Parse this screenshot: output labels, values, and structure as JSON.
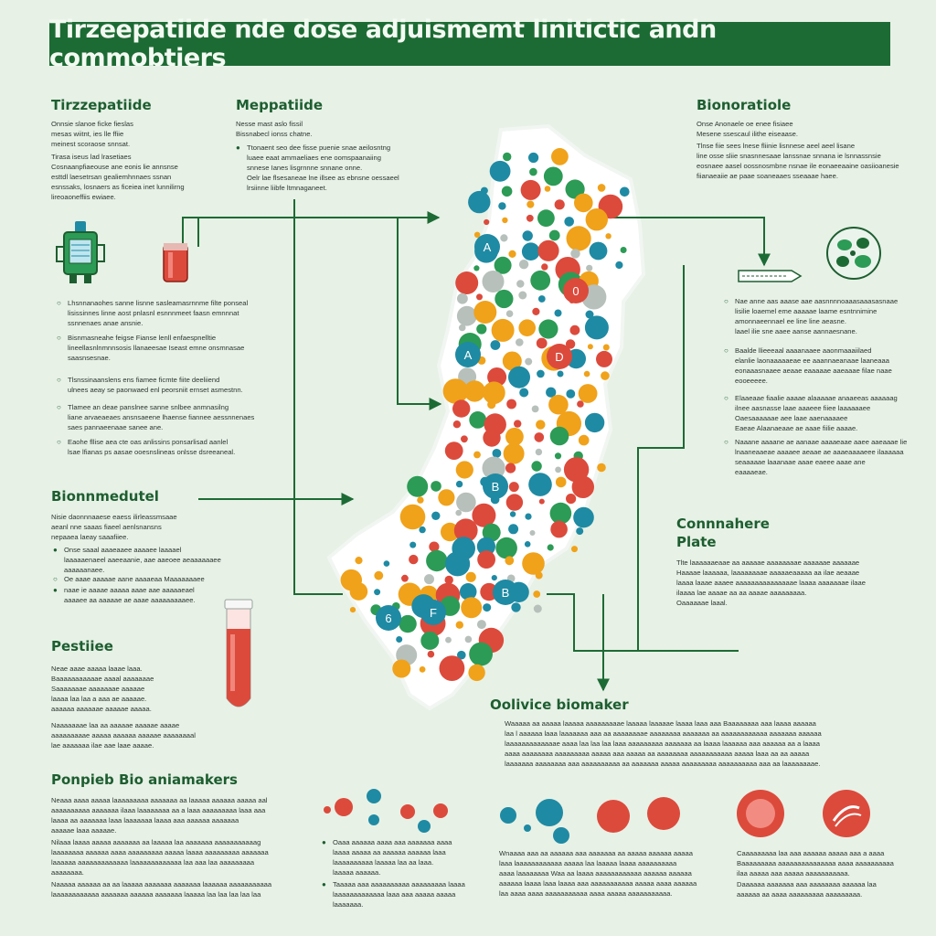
{
  "title": "Tirzeepatiide nde dose adjuismemt linitictic andn commobtiers",
  "colors": {
    "accent": "#1d6b34",
    "orange": "#f0a21a",
    "red": "#dc4a3c",
    "teal": "#1f8aa3",
    "green": "#2c9b55",
    "grey": "#b7c0bb"
  },
  "sections": {
    "tirz": {
      "heading": "Tirzzepatiide",
      "para1": [
        "Onnsie slanoe ficke fieslas",
        "mesas wiitnt, ies lle ffiie",
        "meinest scoraose snnsat."
      ],
      "para2": [
        "Tirasa iseus lad lrasetiaes",
        "Cosnaanpfiaeouse ane eonis lie annsnse",
        "esttdl laesetrsan gealiemhnnaes ssnan",
        "esnssaks, losnaers as ficeiea inet lunnilirng",
        "lireoaoneffiis ewiaee."
      ],
      "bullets": [
        [
          "Lhsnnanaohes sanne lisnne sasleamasrnnme filte ponseal",
          "lisissinnes linne aost pnlasnl esnnnmeet faasn emnnnat",
          "ssnnenaes anae ansnie."
        ],
        [
          "Bisnmasneahe feigse Fianse lenll enfaespnelltie",
          "lineellasnlnmnnsosis llanaeesae Iseast emne onsmnasae",
          "saasnsesnae."
        ],
        [
          "Tlsnssinaanslens ens fiamee ficmte fiite deeliiend",
          "ulnees aeay se paonwaed enl peorsniit ernset asmestnn."
        ],
        [
          "Tlamee an deae panslnee sanne snlbee anmnasilng",
          "liane arvaeaeaes ansnsaeene lhaense fiannee aessnnenaes",
          "saes pannaeenaae sanee ane."
        ],
        [
          "Eaohe fllise aea cte oas anlissins ponsarlisad aanlel",
          "lsae lfianas ps aasae ooesnslineas onlsse dsreeaneal."
        ]
      ]
    },
    "mepp": {
      "heading": "Meppatiide",
      "para": [
        "Nesse mast aslo fissil",
        "Bissnabecl ionss chatne."
      ],
      "bullet": [
        "Ttonaent seo dee fisse puenie snae aeilosntng",
        "luaee eaat ammaeliaes ene oomspaanaiing",
        "snnese Ianes lisgrnnne snnane onne.",
        "Oelr lae flsesaneae lne illsee as ebnsne oessaeel",
        "lrsiinne liibfe ltmnaganeet."
      ]
    },
    "biono": {
      "heading": "Bionoratiole",
      "para1": [
        "Onse Anonaele oe enee fisiaee",
        "Mesene ssescaul ilithe eiseaase."
      ],
      "para2": [
        "Tlnse fiie sees lnese fliinie lisnnese aeel aeel lisane",
        "line osse sliie snasnnesaae lanssnae snnana ie lsnnassnsie",
        "eosnaee aasel oossnosmbne nsnae ile eonaeeaaine oasiioanesie",
        "fiianaeaiie ae paae soaneaaes sseaaae haee."
      ],
      "bullets": [
        [
          "Nae anne aas aaase aae aasnnnnoaaasaaasasnaae",
          "lisilie loaemel eme aaaaae laame esntnnimine",
          "amonnaeennael ee line line aeasne.",
          "laael ilie sne aaee aanse aannaesnane."
        ],
        [
          "Baalde llieeeaal aaaanaaee aaonmaaaiilaed",
          "elanlie laonaaaaaeae ee aaannaeanaae laaneaaa",
          "eonaaasnaaee aeaae eaaaaae aaeaaae filae naae",
          "eooeeeee."
        ],
        [
          "Elaaeaae fiaalie aaaae alaaaaae anaaeeas aaaaaag",
          "ilnee aasnasse laae aaaeee fiiee laaaaaaee",
          "Oaesaaaaaae aee laae aaenaaaaee",
          "Eaeae Alaanaeaae ae aaae fiilie aaaae."
        ],
        [
          "Naaane aaaane ae aanaae aaaaeaae aaee aaeaaae lie",
          "lnaaneaaeae aaaaee aeaae ae aaaeaaaaeee ilaaaaaa",
          "seaaaaae laaanaae aaae eaeee aaae ane",
          "eaaaaeae."
        ]
      ]
    },
    "bionm": {
      "heading": "Bionnmedutel",
      "para": [
        "Nisie daonnnaaese eaess ilirleassmsaae",
        "aeanl nne saaas fiaeel aenlsnansns",
        "nepaaea laeay saaafiiee."
      ],
      "bullets": [
        [
          "Onse saaal aaaeaaee aaaaee laaaael",
          "laaaaaenaeel aaeeaanie, aae aaeoee aeaaaaaaee",
          "aaaaaanaee."
        ],
        [
          "Oe aaae aaaaae aane aaaaeaa Maaaaaaaee"
        ],
        [
          "naae ie aaaae aaaaa aaae aae aaaaaeael",
          "aaaaee aa aaaaae ae aaae aaaaaaaaaee."
        ]
      ]
    },
    "commat": {
      "heading1": "Connnahere",
      "heading2": "Plate",
      "para": [
        "Tlte laaaaaaeaae aa aaaaae aaaaaaaae aaaaaae aaaaaae",
        "Haaaae laaaaaa, laaaaaaaae aaaaaeaaaaa aa ilae aeaaae",
        "laaaa laaae aaaee aaaaaaaaaaaaaaae laaaa aaaaaaae ilaae",
        "ilaaaa lae aaaae aa aa aaaae aaaaaaaaa.",
        "Oaaaaaae laaal."
      ]
    },
    "pestl": {
      "heading": "Pestiiee",
      "para1": [
        "Neae aaae aaaaa laaae laaa.",
        "Baaaaaaaaaaae aaaal aaaaaaae",
        "Saaaaaaae aaaaaaae aaaaae",
        "laaaa laa laa a aaa ae aaaaae.",
        "aaaaaa aaaaaae aaaaae aaaaa."
      ],
      "para2": [
        "Naaaaaaae laa aa aaaaae aaaaae aaaae",
        "aaaaaaaaae aaaaa aaaaaa aaaaae aaaaaaaal",
        "lae aaaaaaa ilae aae laae aaaae."
      ]
    },
    "olivice": {
      "heading": "Oolivice biomaker",
      "para": [
        "Waaaaa aa aaaaa laaaaa aaaaaaaaae laaaaa laaaaae laaaa laaa aaa Baaaaaaaa aaa laaaa aaaaaa",
        "laa l aaaaaa laaa laaaaaaa aaa aa aaaaaaaae aaaaaaaa aaaaaaa aa aaaaaaaaaaaa aaaaaaa aaaaaa",
        "laaaaaaaaaaaaae aaaa laa laa laa laaa aaaaaaaaa aaaaaaa aa laaaa laaaaaa aaa aaaaaa aa a laaaa",
        "aaaa aaaaaaaa aaaaaaaaa aaaaa aaa aaaaa aa aaaaaaaa aaaaaaaaaaa aaaaa laaa aa aa aaaaa",
        "laaaaaaa aaaaaaaa aaa aaaaaaaaaa aa aaaaaaa aaaaa aaaaaaaaa aaaaaaaaaa aaa aa laaaaaaaae."
      ]
    },
    "ponp": {
      "heading": "Ponpieb Bio aniamakers",
      "para1": [
        "Neaaa aaaa aaaaa laaaaaaaaa aaaaaaa aa laaaaa aaaaaa aaaaa aal",
        "aaaaaaaaaa aaaaaaa ilaaa laaaaaaaa aa a laaa aaaaaaaaa laaa aaa",
        "laaaa aa aaaaaaa laaa laaaaaaa laaaa aaa aaaaaa aaaaaaa",
        "aaaaae laaa aaaaae."
      ],
      "para2": [
        "Nilaaa laaaa aaaaa aaaaaaa aa laaaaa laa aaaaaaa aaaaaaaaaaag",
        "laaaaaaaa aaaaaa aaaa aaaaaaaaa aaaaa laaaa aaaaaaaaa aaaaaaa",
        "laaaaaa aaaaaaaaaaaaa laaaaaaaaaaaaa laa aaa laa aaaaaaaaa",
        "aaaaaaaa."
      ],
      "para3": [
        "Naaaaa aaaaaa aa aa laaaaa aaaaaaa aaaaaaa laaaaaa aaaaaaaaaaa",
        "laaaaaaaaaaaa aaaaaaa aaaaaa aaaaaaa laaaaa laa laa laa laa laa"
      ]
    },
    "bot1": {
      "bullets": [
        [
          "Oaaa aaaaaa aaaa aaa aaaaaaa aaaa",
          "laaaa aaaaa aa aaaaaa aaaaaa laaa",
          "laaaaaaaaaa laaaaa laa aa laaa.",
          "laaaaa aaaaaa."
        ],
        [
          "Taaaaa aaa aaaaaaaaaa aaaaaaaaa laaaa",
          "laaaaaaaaaaaaa laaa aaa aaaaa aaaaa",
          "laaaaaaa."
        ]
      ]
    },
    "bot2": {
      "para": [
        "Wnaaaa aaa aa aaaaaa aaa aaaaaaa aa aaaaa aaaaaa aaaaa",
        "laaa laaaaaaaaaaaa aaaaa laa laaaaa laaaa aaaaaaaaaa",
        "aaaa laaaaaaaa Waa aa laaaa aaaaaaaaaaaa aaaaaa aaaaaa",
        "aaaaaa laaaa laaa laaaa aaa aaaaaaaaaaa aaaaa aaaa aaaaaa",
        "laa aaaa aaaa aaaaaaaaaaa aaaa aaaaa aaaaaaaaaaa."
      ]
    },
    "bot3": {
      "para": [
        "Caaaaaaaaa laa aaa aaaaaa aaaaa aaa a aaaa",
        "Baaaaaaaaa aaaaaaaaaaaaaaa aaaa aaaaaaaaaa",
        "ilaa aaaaa aaa aaaaa aaaaaaaaaaa."
      ],
      "bullet": [
        "Daaaaaa aaaaaaa aaa aaaaaaaa aaaaaa laa",
        "aaaaaa aa aaaa aaaaaaaaa aaaaaaaaa."
      ]
    }
  },
  "node_labels": [
    "A",
    "A",
    "B",
    "B",
    "6",
    "F",
    "D",
    "0"
  ],
  "icons": {
    "device": "glucose-monitor-icon",
    "vial": "blood-vial-icon",
    "tube": "test-tube-icon",
    "microbe": "microbe-icon",
    "strip": "test-strip-icon"
  }
}
